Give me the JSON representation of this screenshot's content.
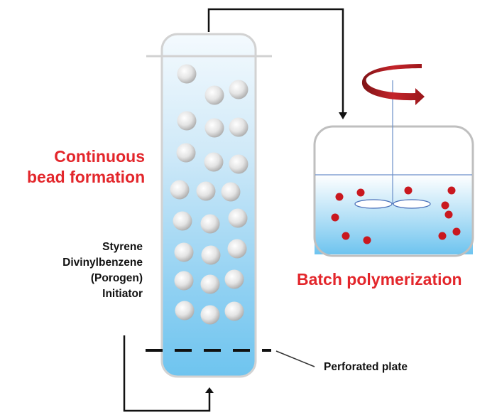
{
  "labels": {
    "continuous_line1": "Continuous",
    "continuous_line2": "bead formation",
    "feed_components": [
      "Styrene",
      "Divinylbenzene",
      "(Porogen)",
      "Initiator"
    ],
    "batch": "Batch polymerization",
    "perforated_plate": "Perforated plate"
  },
  "colors": {
    "title_red": "#e3262b",
    "bead_red": "#c9181f",
    "rotation_arrow": "#b51c22",
    "liquid_blue": "#6fc3ee",
    "vessel_gray": "#bfbfbf"
  },
  "counts": {
    "column_beads": 25,
    "reactor_beads": 12
  }
}
